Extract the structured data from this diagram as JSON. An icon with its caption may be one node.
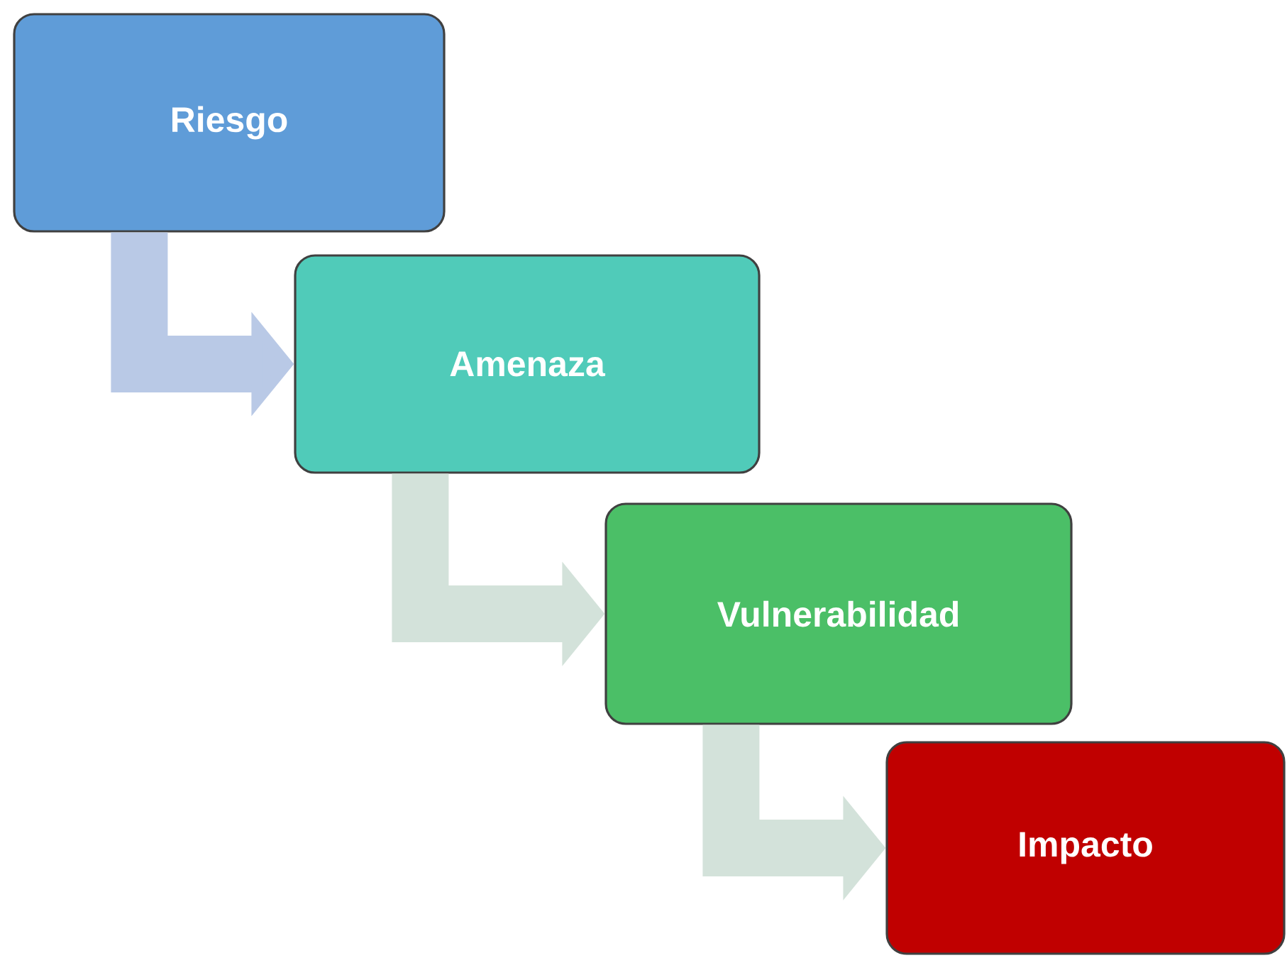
{
  "diagram": {
    "nodes": [
      {
        "text": [
          "Riesgo"
        ]
      },
      {
        "text": [
          "Amenaza"
        ]
      },
      {
        "text": [
          "Vulnerabilidad"
        ]
      },
      {
        "text": [
          "Impacto"
        ]
      }
    ],
    "edges": [
      {
        "from": 0,
        "to": 1,
        "arrow": "to",
        "color": "#b9c9e6"
      },
      {
        "from": 1,
        "to": 2,
        "arrow": "to"
      },
      {
        "from": 2,
        "to": 3,
        "arrow": "to"
      }
    ]
  }
}
